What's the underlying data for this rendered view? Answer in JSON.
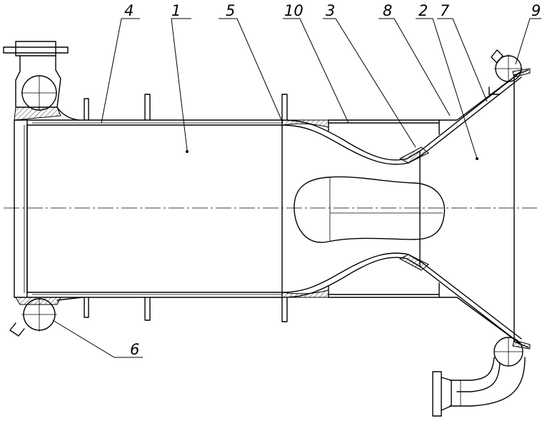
{
  "callouts": [
    {
      "id": "c4",
      "text": "4"
    },
    {
      "id": "c1",
      "text": "1"
    },
    {
      "id": "c5",
      "text": "5"
    },
    {
      "id": "c10",
      "text": "10"
    },
    {
      "id": "c3",
      "text": "3"
    },
    {
      "id": "c8",
      "text": "8"
    },
    {
      "id": "c2",
      "text": "2"
    },
    {
      "id": "c7",
      "text": "7"
    },
    {
      "id": "c9",
      "text": "9"
    },
    {
      "id": "c6",
      "text": "6"
    }
  ]
}
